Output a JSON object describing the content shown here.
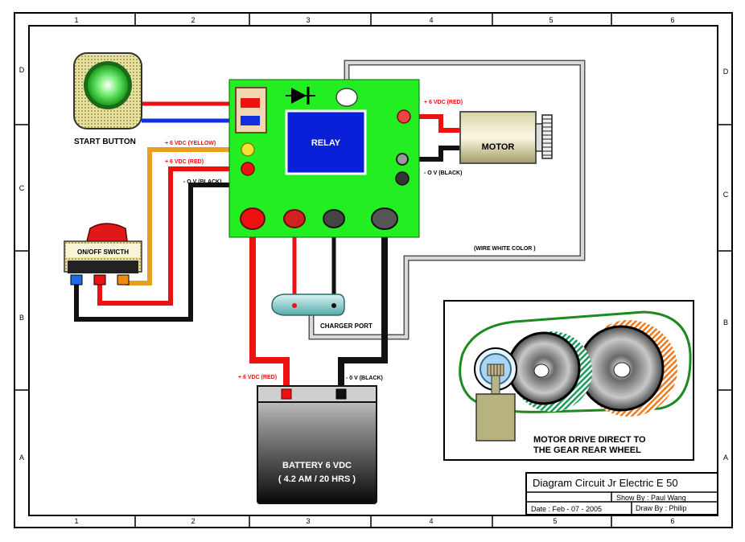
{
  "frame": {
    "columns": [
      "1",
      "2",
      "3",
      "4",
      "5",
      "6"
    ],
    "rows": [
      "D",
      "C",
      "B",
      "A"
    ]
  },
  "components": {
    "start_button": "START BUTTON",
    "relay": "RELAY",
    "motor": "MOTOR",
    "switch": "ON/OFF SWICTH",
    "charger_port": "CHARGER PORT",
    "battery_line1": "BATTERY 6 VDC",
    "battery_line2": "( 4.2 AM / 20 HRS )"
  },
  "labels": {
    "yellow_6v": "+ 6 VDC (YELLOW)",
    "red_6v_left": "+ 6 VDC (RED)",
    "black_0v_left": "- O V (BLACK)",
    "motor_red": "+ 6 VDC (RED)",
    "motor_black": "- O V (BLACK)",
    "wire_white": "(WIRE WHITE COLOR )",
    "battery_red": "+ 6 VDC (RED)",
    "battery_black": "- 0 V (BLACK)"
  },
  "inset": {
    "caption_line1": "MOTOR DRIVE DIRECT TO",
    "caption_line2": "THE GEAR REAR WHEEL"
  },
  "title_block": {
    "title": "Diagram Circuit Jr Electric E 50",
    "show_by": "Show By : Paul Wang",
    "date": "Date : Feb - 07 - 2005",
    "draw_by": "Draw By : Philip"
  },
  "colors": {
    "board": "#22ee22",
    "relay": "#0a1fd8",
    "wire_red": "#ee1111",
    "wire_black": "#111111",
    "wire_yellow": "#e8a020",
    "wire_blue": "#1030e0",
    "wire_white": "#cccccc"
  }
}
